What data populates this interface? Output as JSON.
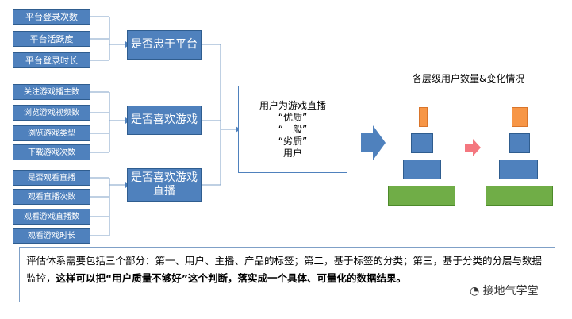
{
  "features": {
    "group1": [
      "平台登录次数",
      "平台活跃度",
      "平台登录时长"
    ],
    "group2": [
      "关注游戏播主数",
      "浏览游戏视频数",
      "浏览游戏类型",
      "下载游戏次数"
    ],
    "group3": [
      "是否观看直播",
      "观看直播次数",
      "观看游戏直播数",
      "观看游戏时长"
    ]
  },
  "questions": {
    "q1": "是否忠于平台",
    "q2": "是否喜欢游戏",
    "q3": "是否喜欢游戏直播"
  },
  "result": {
    "line1": "用户为游戏直播",
    "line2": "“优质”",
    "line3": "“一般”",
    "line4": "“劣质”",
    "line5": "用户"
  },
  "pyramid": {
    "title": "各层级用户数量&变化情况"
  },
  "summary": {
    "part1": "评估体系需要包括三个部分：第一、用户、主播、产品的标签；第二，基于标签的分类；第三，基于分类的分层与数据监控，",
    "part2": "这样可以把“用户质量不够好”这个判断，落实成一个具体、可量化的数据结果。"
  },
  "watermark": "接地气学堂",
  "colors": {
    "blue": "#4f81bd",
    "orange": "#f79646",
    "green": "#70ad47",
    "arrow_blue": "#4f81bd",
    "arrow_pink": "#f4777f",
    "connector": "#7fa0c7"
  }
}
